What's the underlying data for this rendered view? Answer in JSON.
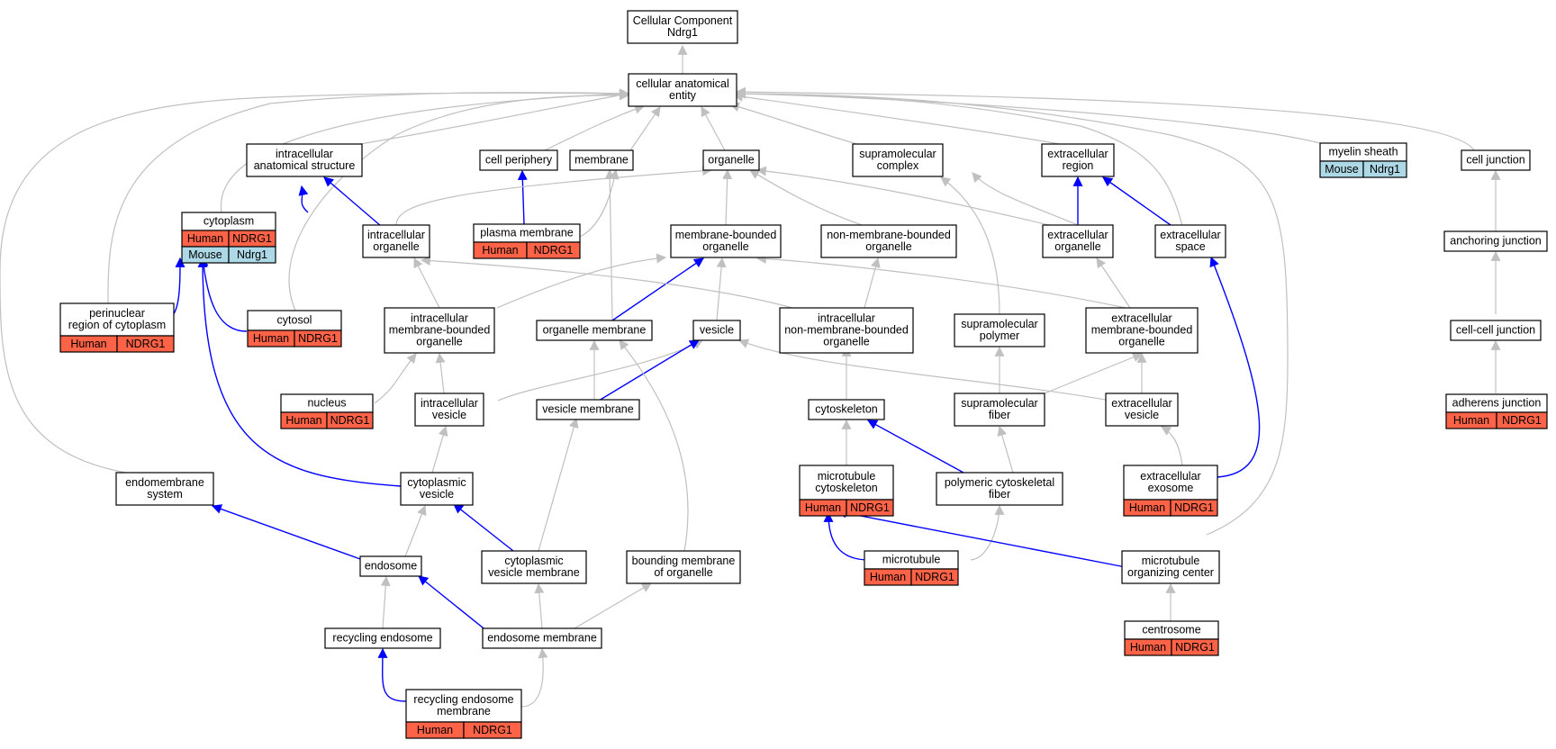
{
  "colors": {
    "edge_gray": "#c0c0c0",
    "edge_blue": "#0000ff",
    "human": "#ff6347",
    "mouse": "#add8e6",
    "node_border": "#000000"
  },
  "nodes": [
    {
      "id": "root",
      "lines": [
        "Cellular Component",
        "Ndrg1"
      ]
    },
    {
      "id": "cae",
      "lines": [
        "cellular anatomical",
        "entity"
      ]
    },
    {
      "id": "ias",
      "lines": [
        "intracellular",
        "anatomical structure"
      ]
    },
    {
      "id": "cellperiph",
      "lines": [
        "cell periphery"
      ]
    },
    {
      "id": "membrane",
      "lines": [
        "membrane"
      ]
    },
    {
      "id": "organelle",
      "lines": [
        "organelle"
      ]
    },
    {
      "id": "supcomplex",
      "lines": [
        "supramolecular",
        "complex"
      ]
    },
    {
      "id": "extregion",
      "lines": [
        "extracellular",
        "region"
      ]
    },
    {
      "id": "myelin",
      "lines": [
        "myelin sheath"
      ],
      "annot": [
        [
          "Mouse",
          "Ndrg1"
        ]
      ]
    },
    {
      "id": "celljunction",
      "lines": [
        "cell junction"
      ]
    },
    {
      "id": "cytoplasm",
      "lines": [
        "cytoplasm"
      ],
      "annot": [
        [
          "Human",
          "NDRG1"
        ],
        [
          "Mouse",
          "Ndrg1"
        ]
      ]
    },
    {
      "id": "intorg",
      "lines": [
        "intracellular",
        "organelle"
      ]
    },
    {
      "id": "plasmamem",
      "lines": [
        "plasma membrane"
      ],
      "annot": [
        [
          "Human",
          "NDRG1"
        ]
      ]
    },
    {
      "id": "mbo",
      "lines": [
        "membrane-bounded",
        "organelle"
      ]
    },
    {
      "id": "nmbo",
      "lines": [
        "non-membrane-bounded",
        "organelle"
      ]
    },
    {
      "id": "extorg",
      "lines": [
        "extracellular",
        "organelle"
      ]
    },
    {
      "id": "extspace",
      "lines": [
        "extracellular",
        "space"
      ]
    },
    {
      "id": "anchjunc",
      "lines": [
        "anchoring junction"
      ]
    },
    {
      "id": "perinuc",
      "lines": [
        "perinuclear",
        "region of cytoplasm"
      ],
      "annot": [
        [
          "Human",
          "NDRG1"
        ]
      ]
    },
    {
      "id": "cytosol",
      "lines": [
        "cytosol"
      ],
      "annot": [
        [
          "Human",
          "NDRG1"
        ]
      ]
    },
    {
      "id": "imbo",
      "lines": [
        "intracellular",
        "membrane-bounded",
        "organelle"
      ]
    },
    {
      "id": "orgmem",
      "lines": [
        "organelle membrane"
      ]
    },
    {
      "id": "vesicle",
      "lines": [
        "vesicle"
      ]
    },
    {
      "id": "inmbo",
      "lines": [
        "intracellular",
        "non-membrane-bounded",
        "organelle"
      ]
    },
    {
      "id": "suppolymer",
      "lines": [
        "supramolecular",
        "polymer"
      ]
    },
    {
      "id": "embo",
      "lines": [
        "extracellular",
        "membrane-bounded",
        "organelle"
      ]
    },
    {
      "id": "ccjunc",
      "lines": [
        "cell-cell junction"
      ]
    },
    {
      "id": "nucleus",
      "lines": [
        "nucleus"
      ],
      "annot": [
        [
          "Human",
          "NDRG1"
        ]
      ]
    },
    {
      "id": "intves",
      "lines": [
        "intracellular",
        "vesicle"
      ]
    },
    {
      "id": "vesmem",
      "lines": [
        "vesicle membrane"
      ]
    },
    {
      "id": "cytoskel",
      "lines": [
        "cytoskeleton"
      ]
    },
    {
      "id": "supfiber",
      "lines": [
        "supramolecular",
        "fiber"
      ]
    },
    {
      "id": "extves",
      "lines": [
        "extracellular",
        "vesicle"
      ]
    },
    {
      "id": "adherens",
      "lines": [
        "adherens junction"
      ],
      "annot": [
        [
          "Human",
          "NDRG1"
        ]
      ]
    },
    {
      "id": "endomem",
      "lines": [
        "endomembrane",
        "system"
      ]
    },
    {
      "id": "cytves",
      "lines": [
        "cytoplasmic",
        "vesicle"
      ]
    },
    {
      "id": "mtcyto",
      "lines": [
        "microtubule",
        "cytoskeleton"
      ],
      "annot": [
        [
          "Human",
          "NDRG1"
        ]
      ]
    },
    {
      "id": "polyfiber",
      "lines": [
        "polymeric cytoskeletal",
        "fiber"
      ]
    },
    {
      "id": "exosome",
      "lines": [
        "extracellular",
        "exosome"
      ],
      "annot": [
        [
          "Human",
          "NDRG1"
        ]
      ]
    },
    {
      "id": "endosome",
      "lines": [
        "endosome"
      ]
    },
    {
      "id": "cvm",
      "lines": [
        "cytoplasmic",
        "vesicle membrane"
      ]
    },
    {
      "id": "bmo",
      "lines": [
        "bounding membrane",
        "of organelle"
      ]
    },
    {
      "id": "microtubule",
      "lines": [
        "microtubule"
      ],
      "annot": [
        [
          "Human",
          "NDRG1"
        ]
      ]
    },
    {
      "id": "mtoc",
      "lines": [
        "microtubule",
        "organizing center"
      ]
    },
    {
      "id": "recendo",
      "lines": [
        "recycling endosome"
      ]
    },
    {
      "id": "endomemb",
      "lines": [
        "endosome membrane"
      ]
    },
    {
      "id": "centrosome",
      "lines": [
        "centrosome"
      ],
      "annot": [
        [
          "Human",
          "NDRG1"
        ]
      ]
    },
    {
      "id": "recendomem",
      "lines": [
        "recycling endosome",
        "membrane"
      ],
      "annot": [
        [
          "Human",
          "NDRG1"
        ]
      ]
    }
  ]
}
